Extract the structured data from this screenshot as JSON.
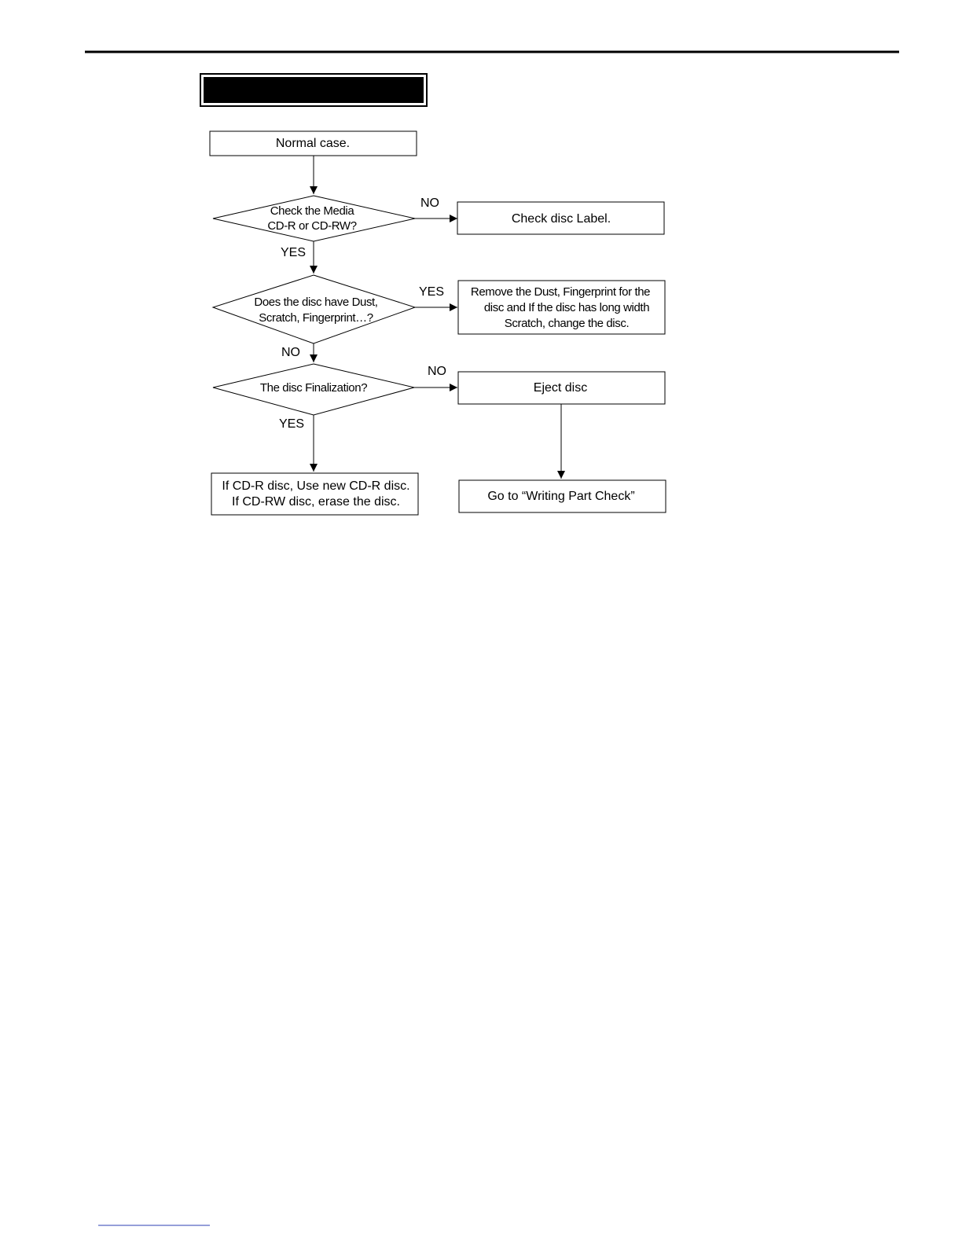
{
  "title_bar": {
    "text": ""
  },
  "nodes": {
    "start": "Normal case.",
    "q_media": [
      "Check the Media",
      "CD-R or CD-RW?"
    ],
    "check_label": "Check disc Label.",
    "q_dust": [
      "Does the disc have Dust,",
      "Scratch, Fingerprint…?"
    ],
    "remove_dust": [
      "Remove the Dust, Fingerprint for the",
      "disc and If the disc has long width",
      "Scratch, change the disc."
    ],
    "q_final": "The disc Finalization?",
    "eject": "Eject disc",
    "new_disc": [
      "If CD-R disc, Use new CD-R disc.",
      "If CD-RW disc, erase the disc."
    ],
    "goto_writing": "Go to “Writing Part Check”"
  },
  "branches": {
    "media_no": "NO",
    "media_yes": "YES",
    "dust_yes": "YES",
    "dust_no": "NO",
    "final_no": "NO",
    "final_yes": "YES"
  }
}
